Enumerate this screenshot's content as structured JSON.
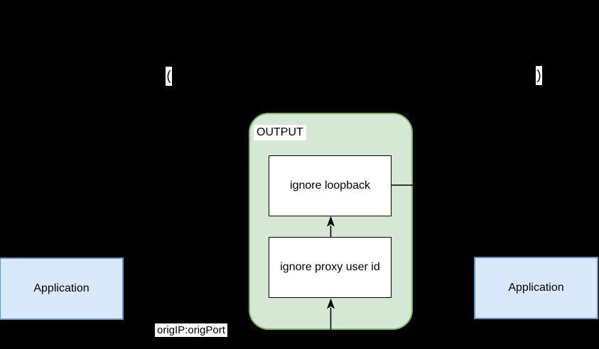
{
  "canvas": {
    "background": "#000000"
  },
  "colors": {
    "canvas_bg": "#000000",
    "chain_fill": "#d5e8d4",
    "chain_border": "#82b366",
    "app_fill": "#dae8fc",
    "app_border": "#6c8ebf",
    "node_fill": "#ffffff",
    "node_border": "#000000",
    "label_bg": "#ffffff",
    "text": "#000000",
    "arrow": "#000000"
  },
  "chain": {
    "title": "OUTPUT",
    "rules": [
      {
        "label": "ignore loopback"
      },
      {
        "label": "ignore proxy user id"
      }
    ]
  },
  "apps": {
    "left": {
      "label": "Application"
    },
    "right": {
      "label": "Application"
    }
  },
  "labels": {
    "open_paren": "(",
    "close_paren": ")",
    "orig_address": "origIP:origPort"
  }
}
